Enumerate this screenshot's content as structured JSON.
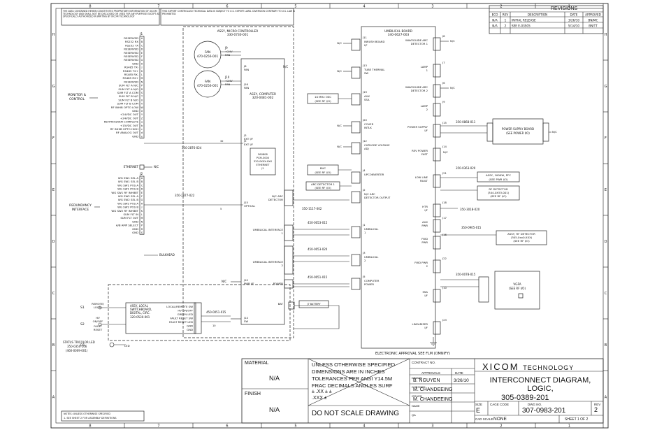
{
  "border": {
    "top_cols": [
      "8",
      "7",
      "6",
      "5",
      "4",
      "3",
      "2",
      "1"
    ],
    "bottom_cols": [
      "8",
      "7",
      "6",
      "5",
      "4",
      "3",
      "2",
      "1"
    ],
    "left_rows": [
      "H",
      "G",
      "F",
      "E",
      "D",
      "C",
      "B",
      "A"
    ],
    "right_rows": [
      "H",
      "G",
      "F",
      "E",
      "D",
      "C",
      "B",
      "A"
    ]
  },
  "notices": {
    "proprietary": "THE DATA CONTAINED HEREIN CONSTITUTES PROPRIETARY INFORMATION OF XICOM TECHNOLOGY AND SHALL NOT BE DISCLOSED OR USED FOR ANY PURPOSE EXCEPT AS SPECIFICALLY AUTHORIZED IN WRITING BY XICOM TECHNOLOGY",
    "export": "THIS EXPORT CONTROLLED TECHNICAL DATA IS SUBJECT TO U.S. EXPORT LAWS. DIVERSION CONTRARY TO U.S. LAW IS PROHIBITED"
  },
  "revisions": {
    "title": "REVISIONS",
    "headers": [
      "ECO",
      "REV",
      "DESCRIPTION",
      "DATE",
      "APPROVED"
    ],
    "rows": [
      [
        "N/A",
        "1",
        "INITIAL RELEASE",
        "3/26/10",
        "BN/MC"
      ],
      [
        "N/A",
        "2",
        "SEE E-03505",
        "5/14/10",
        "BN/TT"
      ]
    ]
  },
  "j1": {
    "ref": "J1",
    "signals": [
      "RESERVED",
      "RS232 RX",
      "RS232 TX",
      "RESERVED",
      "RESERVED",
      "RESERVED",
      "RESERVED",
      "GND",
      "RS485 TX-",
      "RS485 TX+",
      "RS485 RX-",
      "RS485 RX+",
      "RESERVED",
      "SUM FLT A N/C",
      "SUM FLT A N/O",
      "SUM FLT A COM",
      "SUM FLT B N/C",
      "SUM FLT B N/O",
      "SUM FLT B COM",
      "RF INHIB OPTO LOW",
      "GND",
      "+24VDC OUT",
      "+24VDC OUT",
      "REFPROGRAM COMPLETE",
      "+15VDC OUT",
      "RF INHIB OPTO HIGH",
      "RF ANALOG OUT",
      "GND"
    ],
    "pins": [
      "A",
      "B",
      "C",
      "D",
      "E",
      "F",
      "G",
      "H",
      "J",
      "K",
      "L",
      "M",
      "N",
      "P",
      "R",
      "S",
      "T",
      "U",
      "V",
      "W",
      "X",
      "Y",
      "Z",
      "a",
      "b",
      "c",
      "d",
      "e"
    ],
    "group_label": "MONITOR & CONTROL"
  },
  "j2": {
    "ref": "J2",
    "signals": [
      "WG SW1 SEL A",
      "WG SW1 SEL B",
      "WG SW1 POS A",
      "WG SW1 POS B",
      "WG SW1 RF INHIBIT",
      "WG SW2 SEL A",
      "WG SW2 SEL B",
      "WG SW2 POS A",
      "WG SW2 POS B",
      "WG SW2 RF INHIBIT",
      "SUM FLT IN",
      "SUM FLT OUT",
      "GND",
      "A/B AMP SELECT",
      "GND",
      "GND"
    ],
    "pins": [
      "A",
      "B",
      "C",
      "D",
      "E",
      "F",
      "G",
      "H",
      "J",
      "K",
      "L",
      "M",
      "N",
      "P",
      "R",
      "S"
    ],
    "group_label": "REDUNDANCY INTERFACE"
  },
  "ethernet": "ETHERNET",
  "bulkhead": "BULKHEAD",
  "nc": "N/C",
  "fans": [
    {
      "label": "FAN",
      "part": "470-0256-001",
      "conn": "J9",
      "pins": [
        "+24V",
        "FAN"
      ]
    },
    {
      "label": "FAN",
      "part": "470-0256-001",
      "conn": "J10",
      "pins": [
        "+24V",
        "FAN"
      ]
    }
  ],
  "micro": {
    "title": "ASSY, MICRO CONTROLLER",
    "part": "330-0730-001"
  },
  "computer": {
    "title": "ASSY, COMPUTER",
    "part": "320-0481-002"
  },
  "pcb_inset": [
    "PA0808",
    "PCM-3000",
    "320-0XXX-XXX",
    "ETHERNET",
    "J1"
  ],
  "comp_ports": [
    {
      "conn": "J8",
      "name": "FAN"
    },
    {
      "conn": "J16",
      "name": "FAN"
    },
    {
      "conn": "J3",
      "name": "EXT I/F"
    },
    {
      "conn": "J5",
      "name": "EXT I/F"
    },
    {
      "conn": "J15",
      "name": "OPTICAL"
    },
    {
      "conn": "J10",
      "name": "PWR I/F"
    },
    {
      "conn": "J14",
      "name": "SW"
    }
  ],
  "comp_right": [
    "N/C ARC DETECTOR",
    "UMBILICAL INTERFACE 1",
    "UMBILICAL INTERFACE 2",
    "POWER",
    "BAT"
  ],
  "cables": [
    "350-2876-024",
    "350-2877-022",
    "350-1117-002",
    "450-0053-015",
    "450-0053-020",
    "450-0051-015",
    "450-0051-015"
  ],
  "umbilical": {
    "title": "UMBILICAL BOARD",
    "part": "340-0627-003"
  },
  "umb_left": [
    {
      "conn": "J11",
      "name": "INRUSH BOARD I/F"
    },
    {
      "conn": "J13",
      "name": "TUBE THERMAL SW"
    },
    {
      "conn": "J19",
      "name": "AUX SSA"
    },
    {
      "conn": "J20",
      "name": "COVER INTLK"
    },
    {
      "conn": "J12",
      "name": "CATHODE VOLTAGE ADJ"
    },
    {
      "conn": "J4",
      "name": "UPCONVERTER"
    },
    {
      "conn": "J2",
      "name": "N/C ARC DETECTOR OUTPUT"
    },
    {
      "conn": "J1",
      "name": "UMBILICAL 1"
    },
    {
      "conn": "J3",
      "name": "UMBILICAL 2"
    },
    {
      "conn": "J5",
      "name": "COMPUTER POWER"
    }
  ],
  "umb_right": [
    {
      "conn": "J8",
      "name": "WAVEGUIDE ARC DETECTOR 1"
    },
    {
      "conn": "J7",
      "name": "LAMP 1"
    },
    {
      "conn": "J6",
      "name": "WAVEGUIDE ARC DETECTOR 2"
    },
    {
      "conn": "J9",
      "name": "LAMP 2"
    },
    {
      "conn": "J15",
      "name": "POWER SUPPLY I/F"
    },
    {
      "conn": "J14",
      "name": "REV POWER FAST"
    },
    {
      "conn": "J21",
      "name": "LOW LINE FAULT"
    },
    {
      "conn": "J18",
      "name": "HTR I/F"
    },
    {
      "conn": "J17",
      "name": "AUX PWR"
    },
    {
      "conn": "J16",
      "name": "FWD PWR"
    },
    {
      "conn": "J22",
      "name": "FWD PWR 2"
    },
    {
      "conn": "J10",
      "name": "SSA I/F"
    },
    {
      "conn": "J23",
      "name": "LINEARIZER I/F"
    }
  ],
  "ext_boxes": [
    {
      "title": "10 MHz OSC",
      "sub": "(SEE RF I/O)"
    },
    {
      "title": "BUC",
      "sub": "(SEE RF I/O)"
    },
    {
      "title": "ARC DETECTOR 1",
      "sub": "(SEE RF I/O)"
    },
    {
      "title": "POWER SUPPLY BOARD",
      "sub": "(SEE POWER I/O)"
    },
    {
      "title": "ASSY, 1000W, PFC",
      "sub": "(SEE PWR I/O)"
    },
    {
      "title": "RF DETECTOR",
      "sub": "(344-0X53-001) (SEE RF I/O)"
    },
    {
      "title": "ASSY, RF DETECTOR",
      "sub": "(305-0xx0-XXX) (SEE RF I/O)"
    },
    {
      "title": "VGFA",
      "sub": "(SEE RF I/O)"
    }
  ],
  "right_cables": [
    "350-0868-011",
    "350-0363-020",
    "350-3018-020",
    "350-0905-015",
    "350-0078-015"
  ],
  "local_box": {
    "title": "ASSY, LOCAL SWITCHBOARD, DIGITAL, CIRC.",
    "part": "320-0530-001",
    "items": [
      "LOCAL/REMOTE SW",
      "HV ON/OFF",
      "GREEN LED",
      "FAULT RESET SW",
      "FAULT RESET LED",
      "GND",
      "GND"
    ]
  },
  "switches": [
    "S1",
    "S2",
    "D1"
  ],
  "switch_labels": [
    "REMOTE/LOCAL",
    "HV ON/OFF",
    "FAULT RESET"
  ],
  "status_led": {
    "label": "STATUS TRICOLOR LED",
    "parts": "350-0350-106 (460-0009-001)"
  },
  "approval_note": "ELECTRONIC APPROVAL SEE FLM (OMNIFY)",
  "bottom_note": [
    "NOTES: UNLESS OTHERWISE SPECIFIED",
    "1. SEE SHEET 2 FOR ASSEMBLY DEFINITIONS"
  ],
  "title_block": {
    "material_label": "MATERIAL",
    "material": "N/A",
    "finish_label": "FINISH",
    "finish": "N/A",
    "tolerance": [
      "UNLESS OTHERWISE SPECIFIED",
      "DIMENSIONS ARE IN INCHES",
      "TOLERANCES PER ANSI Y14.5M",
      "FRAC   DECIMALS   ANGLES   SURF",
      "±   .XX ±   ±",
      "    .XXX ±"
    ],
    "no_scale": "DO NOT SCALE DRAWING",
    "contract_label": "CONTRACT NO.",
    "approvals_label": "APPROVALS",
    "date_label": "DATE",
    "drawn_label": "DRAWN",
    "drawn": "B. NGUYEN",
    "drawn_date": "3/26/10",
    "checked_label": "CHECKED",
    "checked": "M. CHANDEEING",
    "issued_label": "ISSUED",
    "issued": "M. CHANDEEING",
    "name_label": "NAME",
    "qa_label": "QA",
    "company": "XICOM",
    "company_suffix": "TECHNOLOGY",
    "title": "INTERCONNECT DIAGRAM, LOGIC,",
    "title_no": "305-0389-201",
    "size_label": "SIZE",
    "size": "E",
    "cage_label": "CAGE CODE",
    "dwg_label": "DWG NO.",
    "dwg_no": "307-0983-201",
    "rev_label": "REV",
    "rev": "2",
    "scale_label": "CAD SCALE",
    "scale": "NONE",
    "sheet_label": "SHEET",
    "sheet": "1",
    "of_label": "OF",
    "sheets": "2"
  }
}
